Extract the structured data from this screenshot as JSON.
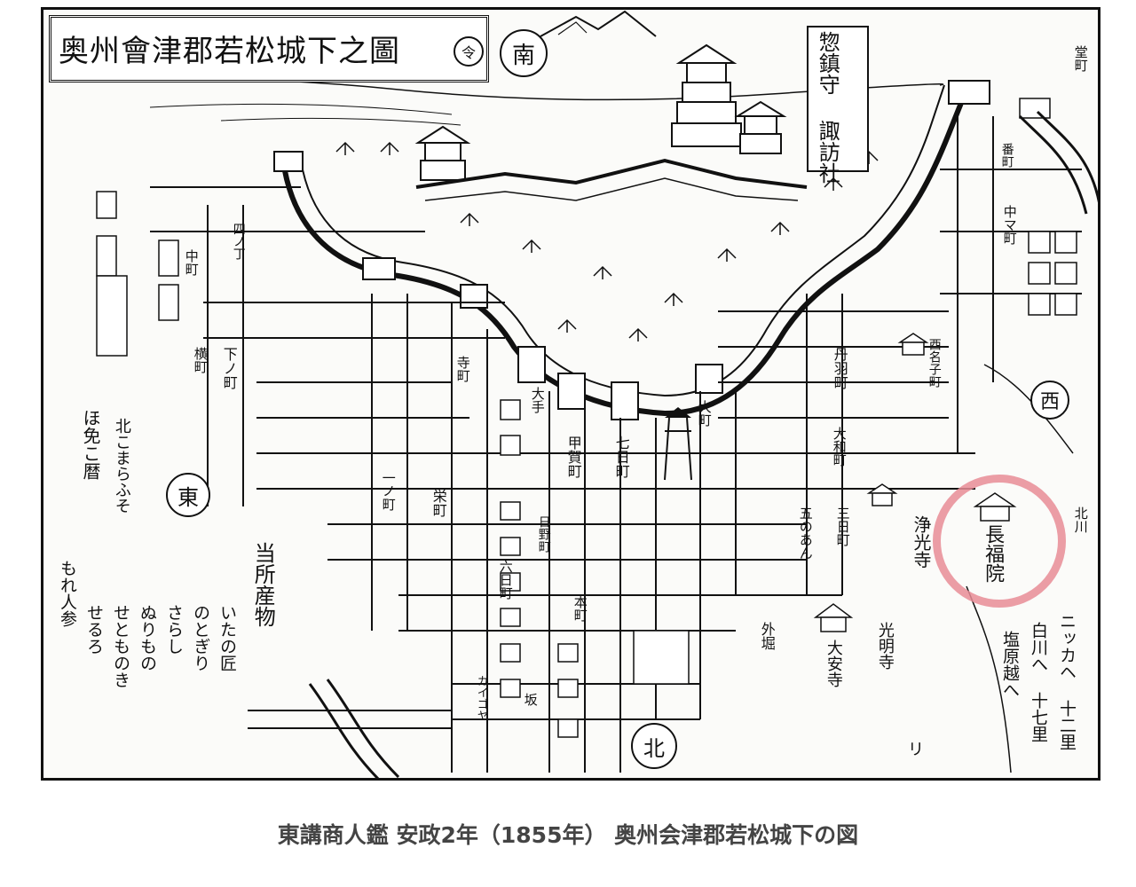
{
  "map": {
    "title": "奥州會津郡若松城下之圖",
    "direction_top": "南",
    "direction_right": "西",
    "direction_left": "東",
    "direction_bottom": "北",
    "seal_mark": "令",
    "highlight_color": "#e88c96",
    "labels": {
      "shrine": "惣鎮守 諏訪社",
      "products_heading": "当所産物",
      "products_lines": [
        "いたの匠",
        "のとぎり",
        "さらし",
        "ぬりもの",
        "せとものき",
        "せるろ",
        "もれ人参"
      ],
      "bottom_left_note": "北こまらふそ",
      "left_note": "ほ免こ暦",
      "temple_highlighted": "長福院",
      "temple_jokoji": "浄光寺",
      "route_nikko": "ニッカヘ 十二里",
      "route_shirakawa": "白川へ 十七里",
      "route_shiobara": "塩原越へ",
      "town_ote": "大手",
      "town_gofukuji": "甲賀町",
      "town_rokkaichi": "六日町",
      "town_nanokamachi": "七日町",
      "town_nakajima": "中町",
      "town_omachi": "大町",
      "town_kaigoya": "カイゴヤ",
      "town_gohiyaku": "五のあん",
      "town_kurumachi": "栄町",
      "town_ichinomachi": "一ノ町",
      "town_teramachi": "寺町",
      "town_haiya": "下ノ町",
      "town_hitachi": "丹羽町",
      "town_yoko": "横町",
      "town_taiko": "大和町",
      "town_higashi": "三日町",
      "town_kanda": "四ノ丁",
      "town_nichiyo": "日野町",
      "town_kosaka": "本町",
      "town_ri": "リ",
      "town_saka": "坂",
      "town_kouji": "光明寺",
      "town_osome": "大安寺",
      "town_ge": "外堀",
      "town_nishi": "西名子町",
      "town_nakama": "中マ町",
      "town_kitaoka": "北川",
      "town_sakae": "番町",
      "town_doji": "堂町"
    }
  },
  "caption": "東講商人鑑 安政2年（1855年） 奥州会津郡若松城下の図"
}
